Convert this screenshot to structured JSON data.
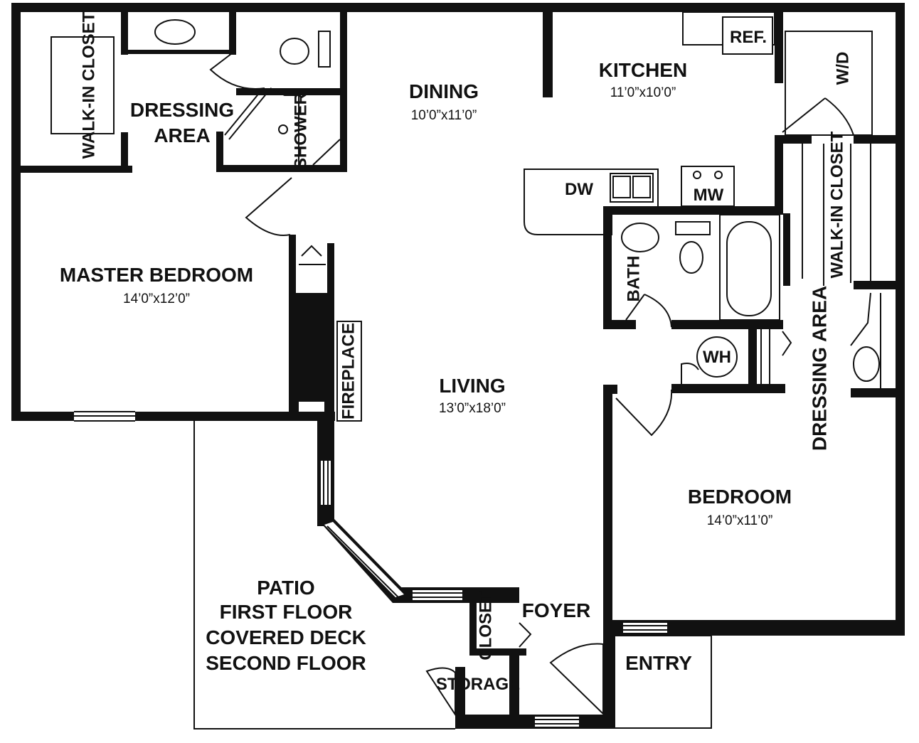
{
  "rooms": {
    "walk_in_closet_master": "WALK-IN CLOSET",
    "dressing_area_master_line1": "DRESSING",
    "dressing_area_master_line2": "AREA",
    "shower": "SHOWER",
    "dining": "DINING",
    "dining_dim": "10’0”x11’0”",
    "kitchen": "KITCHEN",
    "kitchen_dim": "11’0”x10’0”",
    "ref": "REF.",
    "wd": "W/D",
    "dw": "DW",
    "mw": "MW",
    "walk_in_closet_second": "WALK-IN CLOSET",
    "bath": "BATH",
    "master_bedroom": "MASTER BEDROOM",
    "master_bedroom_dim": "14’0”x12’0”",
    "fireplace": "FIREPLACE",
    "living": "LIVING",
    "living_dim": "13’0”x18’0”",
    "wh": "WH",
    "dressing_area_second": "DRESSING AREA",
    "bedroom": "BEDROOM",
    "bedroom_dim": "14’0”x11’0”",
    "patio_line1": "PATIO",
    "patio_line2": "FIRST FLOOR",
    "patio_line3": "COVERED DECK",
    "patio_line4": "SECOND FLOOR",
    "closet": "CLOSET",
    "foyer": "FOYER",
    "storage": "STORAGE",
    "entry": "ENTRY"
  },
  "colors": {
    "wall": "#111111",
    "background": "#ffffff"
  }
}
